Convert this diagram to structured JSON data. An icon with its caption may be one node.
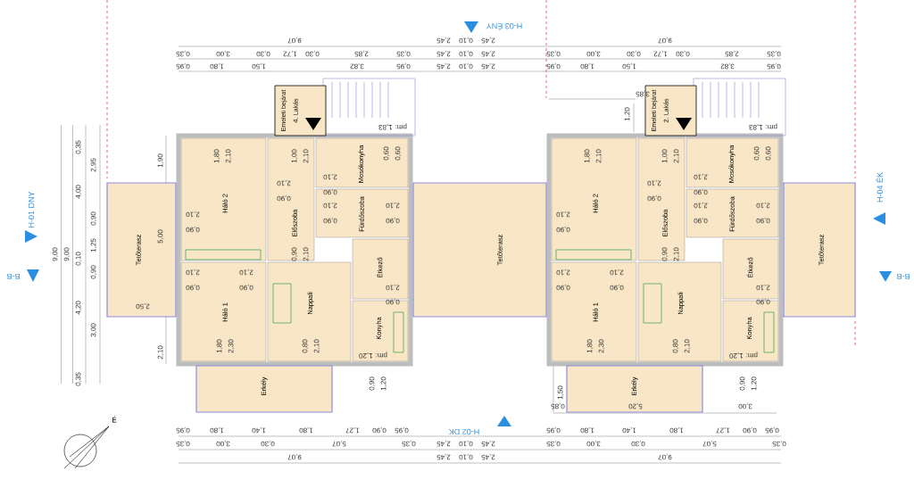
{
  "diagram": {
    "nodes": [
      {
        "text": [
          "Emeleti bejárat",
          "4. Lakás"
        ]
      },
      {
        "text": [
          "Tetőterasz"
        ]
      },
      {
        "text": [
          "Háló 2"
        ]
      },
      {
        "text": [
          "Előszoba"
        ]
      },
      {
        "text": [
          "Mosókonyha"
        ]
      },
      {
        "text": [
          "Fürdőszoba"
        ]
      },
      {
        "text": [
          "Étkező"
        ]
      },
      {
        "text": [
          "Háló 1"
        ]
      },
      {
        "text": [
          "Nappali"
        ]
      },
      {
        "text": [
          "Konyha"
        ]
      },
      {
        "text": [
          "Erkély"
        ]
      },
      {
        "text": [
          "Tetőterasz"
        ]
      },
      {
        "text": [
          "Emeleti bejárat",
          "2. Lakás"
        ]
      },
      {
        "text": [
          "Háló 2"
        ]
      },
      {
        "text": [
          "Előszoba"
        ]
      },
      {
        "text": [
          "Mosókonyha"
        ]
      },
      {
        "text": [
          "Fürdőszoba"
        ]
      },
      {
        "text": [
          "Étkező"
        ]
      },
      {
        "text": [
          "Háló 1"
        ]
      },
      {
        "text": [
          "Nappali"
        ]
      },
      {
        "text": [
          "Konyha"
        ]
      },
      {
        "text": [
          "Erkély"
        ]
      },
      {
        "text": [
          "Tetőterasz"
        ]
      }
    ],
    "labels": [
      "H-03 ÉNY",
      "9,07",
      "2,45",
      "0,10",
      "2,45",
      "9,07",
      "0,35",
      "3,00",
      "0,30",
      "1,72",
      "0,30",
      "2,85",
      "0,35",
      "2,45",
      "0,10",
      "2,45",
      "0,35",
      "3,00",
      "0,30",
      "1,72",
      "0,30",
      "2,85",
      "0,35",
      "0,95",
      "1,80",
      "1,50",
      "3,82",
      "0,95",
      "2,45",
      "0,10",
      "2,45",
      "0,95",
      "1,80",
      "1,50",
      "3,82",
      "0,95",
      "pm: 1,83",
      "pm: 1,83",
      "3,85",
      "1,20",
      "9,00",
      "9,00",
      "0,35",
      "4,00",
      "0,10",
      "4,20",
      "0,35",
      "2,95",
      "0,90",
      "1,25",
      "0,90",
      "3,00",
      "1,90",
      "5,00",
      "2,10",
      "2,50",
      "H-01 DNY",
      "B-B",
      "H-04 ÉK",
      "B-B",
      "1,80",
      "2,10",
      "1,00",
      "2,10",
      "0,60",
      "0,60",
      "2,10",
      "0,90",
      "2,10",
      "0,90",
      "2,10",
      "0,90",
      "2,10",
      "0,90",
      "2,10",
      "0,90",
      "0,90",
      "2,10",
      "2,10",
      "0,90",
      "2,10",
      "0,90",
      "2,10",
      "0,90",
      "1,80",
      "2,30",
      "0,80",
      "2,10",
      "pm: 1,20",
      "0,90",
      "1,20",
      "1,80",
      "2,10",
      "1,00",
      "2,10",
      "0,60",
      "0,60",
      "2,10",
      "0,90",
      "2,10",
      "0,90",
      "2,10",
      "0,90",
      "2,10",
      "0,90",
      "2,10",
      "0,90",
      "0,90",
      "2,10",
      "2,10",
      "0,90",
      "2,10",
      "0,90",
      "2,10",
      "0,90",
      "1,80",
      "2,30",
      "0,80",
      "2,10",
      "pm: 1,20",
      "0,90",
      "1,20",
      "É",
      "0,95",
      "1,80",
      "1,40",
      "1,80",
      "1,27",
      "0,90",
      "0,95",
      "H-02 DK",
      "0,95",
      "1,80",
      "1,40",
      "1,80",
      "1,27",
      "0,90",
      "0,95",
      "0,35",
      "3,00",
      "0,30",
      "5,07",
      "0,35",
      "2,45",
      "0,10",
      "2,45",
      "0,35",
      "3,00",
      "0,30",
      "5,07",
      "0,35",
      "9,07",
      "2,45",
      "0,10",
      "2,45",
      "9,07",
      "1,50",
      "0,85",
      "5,20",
      "3,00"
    ]
  }
}
